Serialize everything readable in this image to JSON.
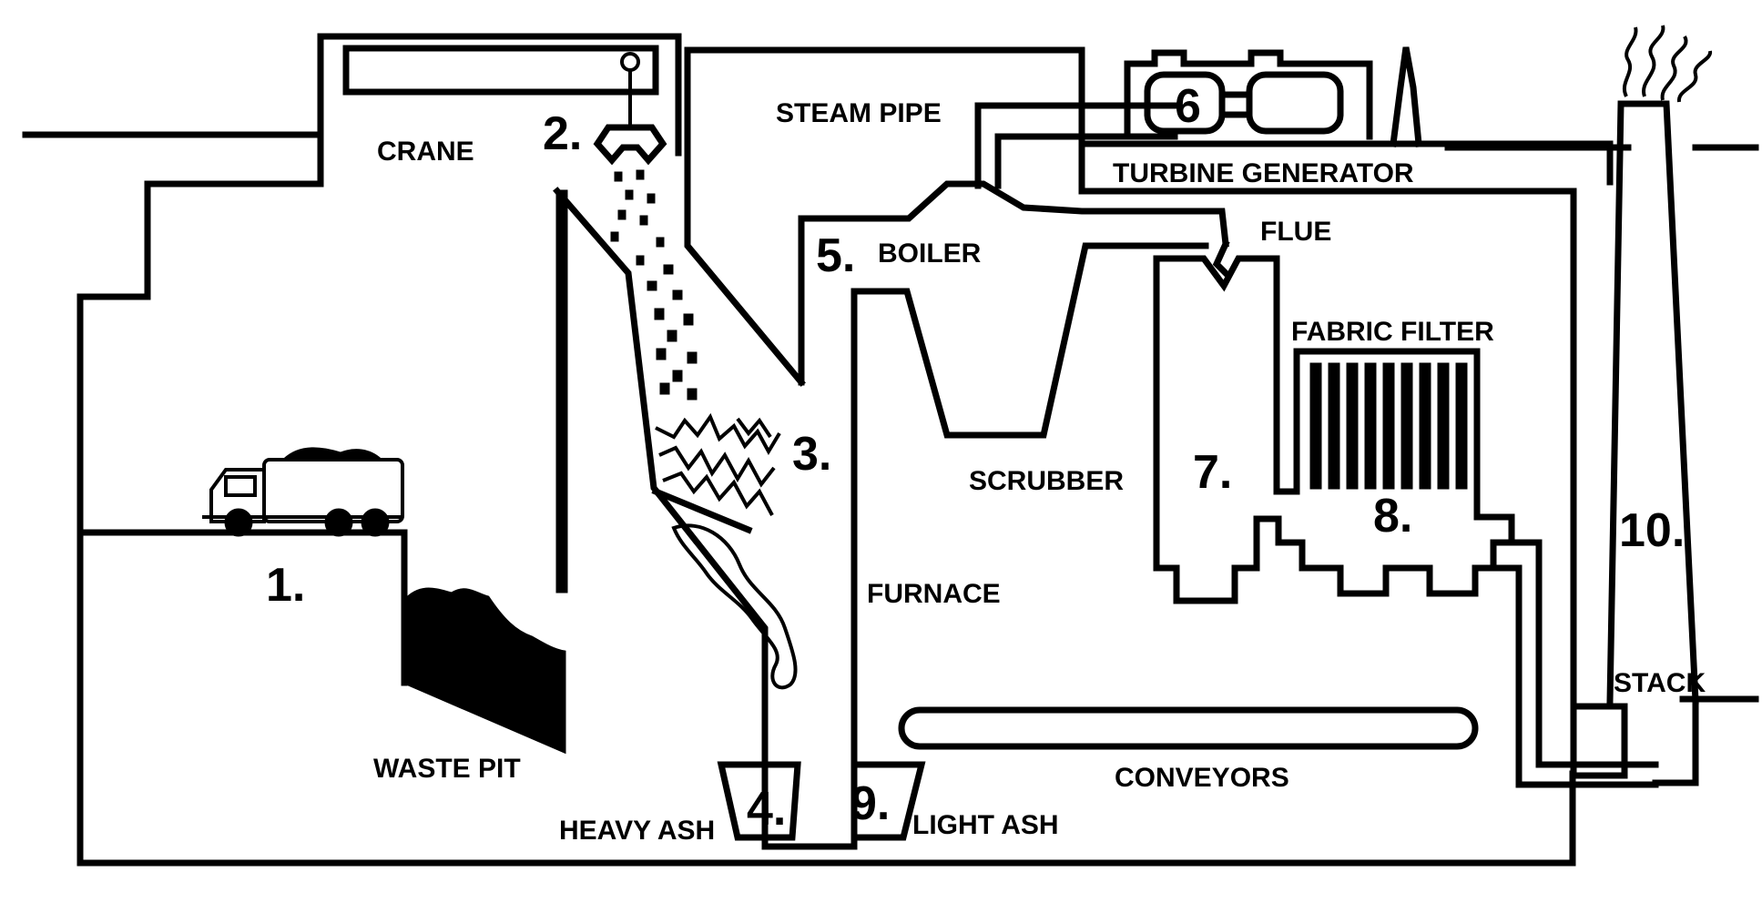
{
  "labels": {
    "crane": "CRANE",
    "steam_pipe": "STEAM PIPE",
    "turbine_generator": "TURBINE GENERATOR",
    "flue": "FLUE",
    "boiler": "BOILER",
    "fabric_filter": "FABRIC FILTER",
    "scrubber": "SCRUBBER",
    "furnace": "FURNACE",
    "waste_pit": "WASTE PIT",
    "heavy_ash": "HEAVY ASH",
    "light_ash": "LIGHT ASH",
    "conveyors": "CONVEYORS",
    "stack": "STACK"
  },
  "numbers": {
    "n1": "1.",
    "n2": "2.",
    "n3": "3.",
    "n4": "4.",
    "n5": "5.",
    "n6": "6",
    "n7": "7.",
    "n8": "8.",
    "n9": "9.",
    "n10": "10."
  }
}
